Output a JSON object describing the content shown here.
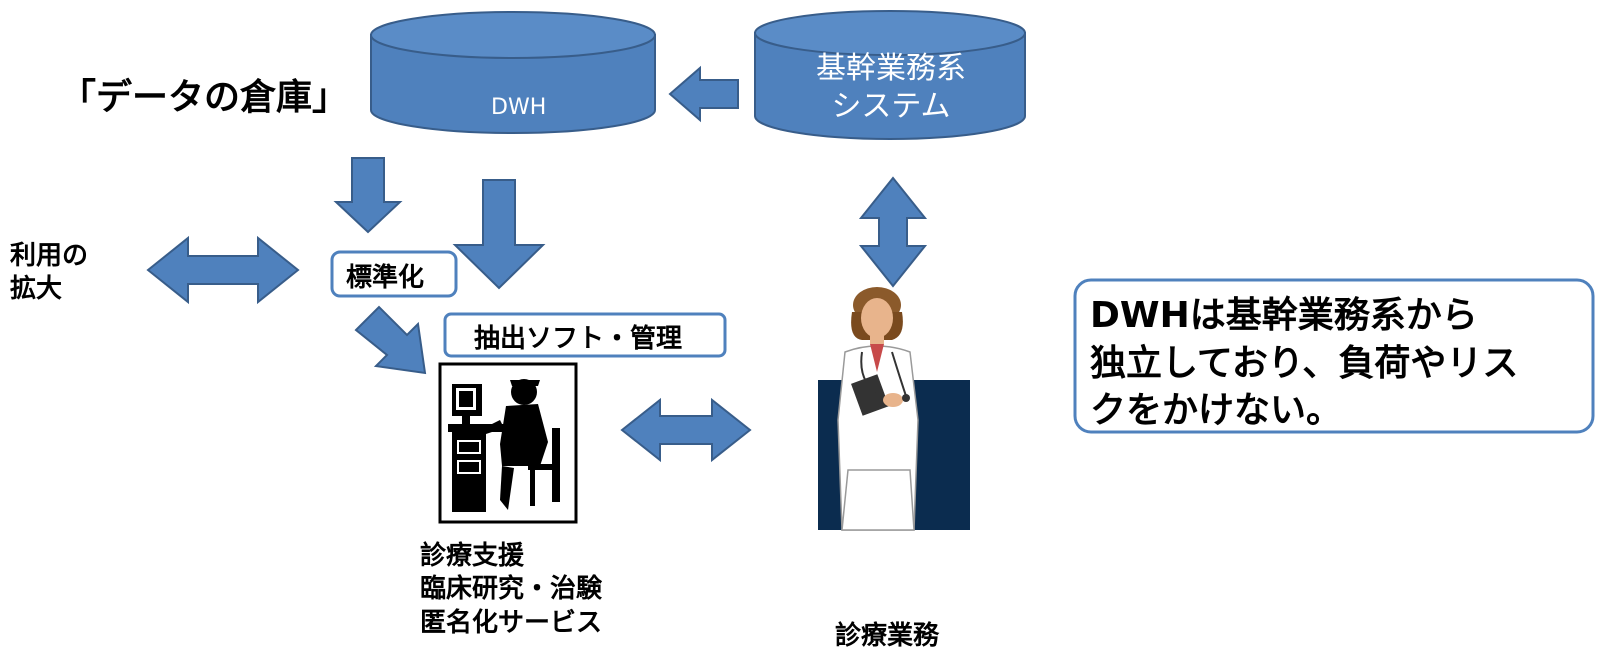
{
  "title_label": "「データの倉庫」",
  "dwh_label": "DWH",
  "core_system": {
    "line1": "基幹業務系",
    "line2": "システム"
  },
  "expand_use": {
    "line1": "利用の",
    "line2": "拡大"
  },
  "standardize_label": "標準化",
  "extract_label": "抽出ソフト・管理",
  "researcher_services": {
    "line1": "診療支援",
    "line2": "臨床研究・治験",
    "line3": "匿名化サービス"
  },
  "clinical_work_label": "診療業務",
  "note": {
    "line1": "DWHは基幹業務系から",
    "line2": "独立しており、負荷やリス",
    "line3": "クをかけない。"
  },
  "colors": {
    "accent": "#4F81BD",
    "accent_dark": "#385D8A",
    "cylinder_top": "#5A8CC7",
    "navy": "#0B2C4F"
  },
  "icons": [
    "database-cylinder",
    "researcher-at-computer-clipart",
    "doctor-clipart"
  ]
}
